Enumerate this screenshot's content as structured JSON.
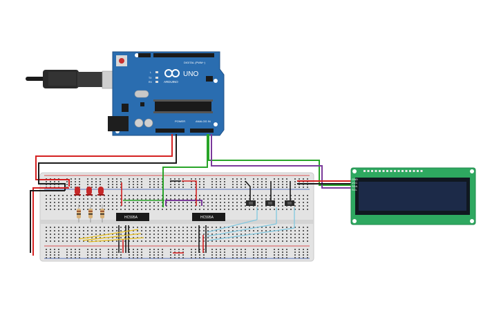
{
  "circuit": {
    "arduino": {
      "logo_text": "UNO",
      "brand_text": "ARDUINO",
      "digital_label": "DIGITAL (PWM~)",
      "power_label": "POWER",
      "analog_label": "ANALOG IN",
      "pin_labels": {
        "tx": "TX",
        "rx": "RX",
        "l": "L"
      }
    },
    "chips": [
      {
        "label": "HC595A"
      },
      {
        "label": "HC595A"
      }
    ],
    "lcd": {
      "pin_labels": [
        "GND",
        "VCC",
        "SDA",
        "SCL"
      ]
    },
    "colors": {
      "board": "#2a6db0",
      "wire_red": "#d42020",
      "wire_black": "#1a1a1a",
      "wire_green": "#28a428",
      "wire_purple": "#7a3a9a",
      "wire_yellow": "#e8c020",
      "wire_cyan": "#80c8e0",
      "lcd_pcb": "#2ea860",
      "lcd_screen": "#1c2a48"
    }
  }
}
